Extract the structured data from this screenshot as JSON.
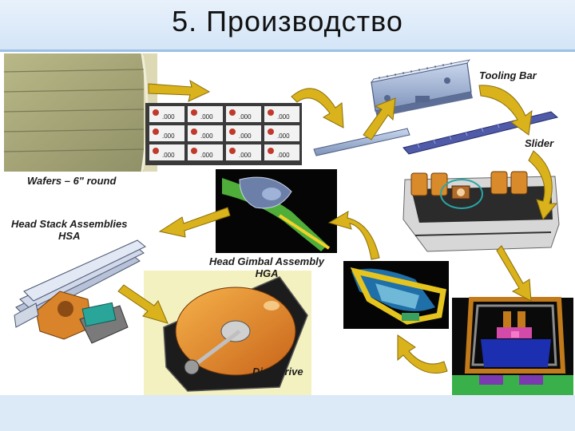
{
  "slide": {
    "title": "5. Производство"
  },
  "diagram": {
    "labels": {
      "wafers": "Wafers – 6\" round",
      "tooling_bar": "Tooling Bar",
      "slider": "Slider",
      "hsa_line1": "Head Stack Assemblies",
      "hsa_line2": "HSA",
      "hga_line1": "Head Gimbal Assembly",
      "hga_line2": "HGA",
      "disk_drive": "Disk Drive"
    },
    "chip_code": ".000",
    "colors": {
      "arrow": "#d9b21c",
      "arrow_outline": "#8a6f0a",
      "title_band": "#dce9f7",
      "rule": "#9cc0e6"
    }
  }
}
